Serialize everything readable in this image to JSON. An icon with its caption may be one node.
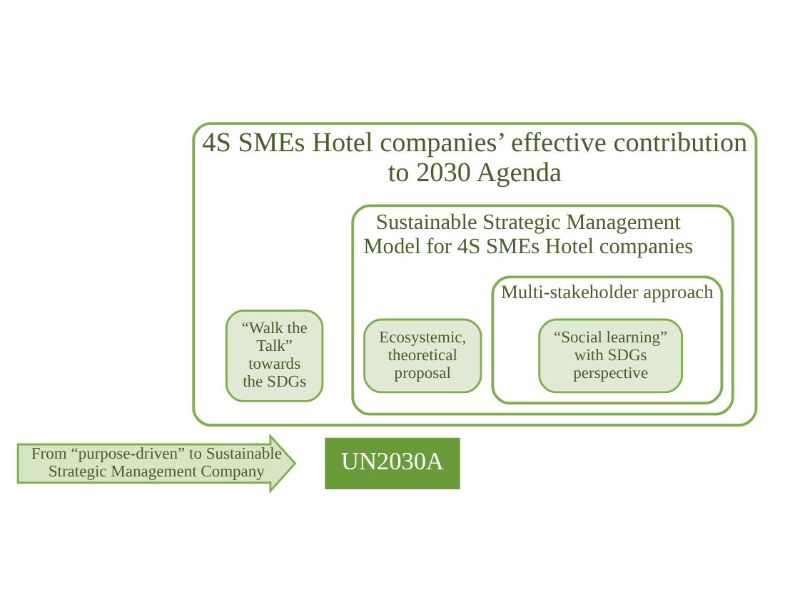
{
  "diagram": {
    "nodes": [
      {
        "text": [
          "4S SMEs Hotel companies’ effective contribution to 2030 Agenda"
        ]
      },
      {
        "text": [
          "“Walk the Talk” towards the SDGs"
        ],
        "in": 0
      },
      {
        "text": [
          "Sustainable Strategic Management Model for 4S SMEs Hotel companies"
        ],
        "in": 0
      },
      {
        "text": [
          "Ecosystemic, theoretical proposal"
        ],
        "in": 2
      },
      {
        "text": [
          "Multi-stakeholder approach"
        ],
        "in": 2
      },
      {
        "text": [
          "“Social learning” with SDGs perspective"
        ],
        "in": 4
      },
      {
        "text": [
          "From “purpose-driven” to Sustainable Strategic Management Company"
        ]
      },
      {
        "text": [
          "UN2030A"
        ]
      }
    ],
    "edges": []
  }
}
